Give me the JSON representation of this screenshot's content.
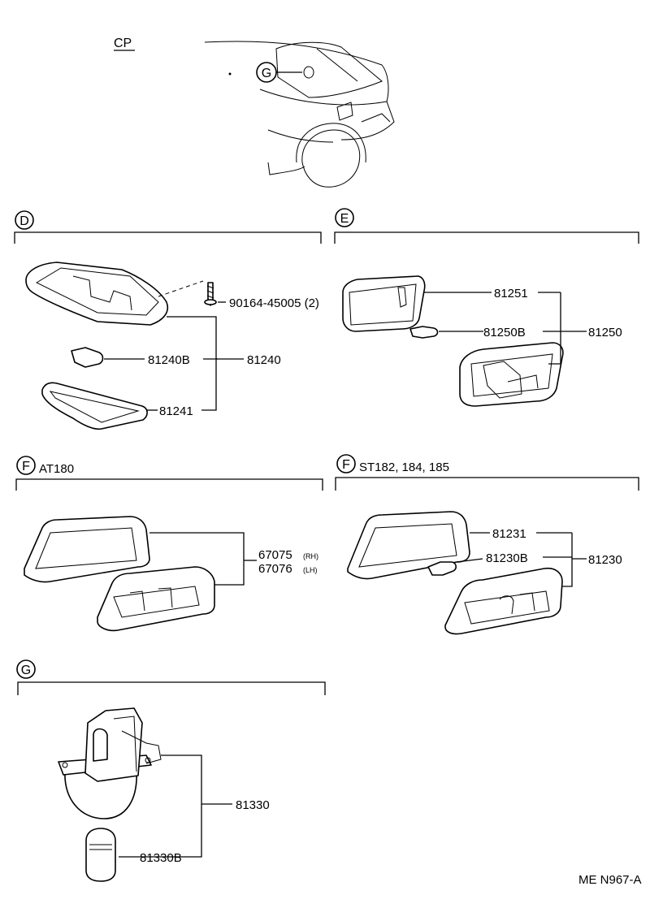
{
  "figure_code": "ME N967-A",
  "top_view": {
    "model_label": "CP",
    "callout_letter": "G"
  },
  "sections": {
    "D": {
      "letter": "D",
      "screw_label": "90164-45005 (2)",
      "bulb_label": "81240B",
      "assembly_label": "81240",
      "lens_label": "81241"
    },
    "E": {
      "letter": "E",
      "lens_label": "81251",
      "bulb_label": "81250B",
      "assembly_label": "81250"
    },
    "F1": {
      "letter": "F",
      "model_label": "AT180",
      "rh_label": "67075",
      "rh_suffix": "(RH)",
      "lh_label": "67076",
      "lh_suffix": "(LH)"
    },
    "F2": {
      "letter": "F",
      "model_label": "ST182, 184, 185",
      "lens_label": "81231",
      "bulb_label": "81230B",
      "assembly_label": "81230"
    },
    "G": {
      "letter": "G",
      "assembly_label": "81330",
      "bulb_label": "81330B"
    }
  }
}
